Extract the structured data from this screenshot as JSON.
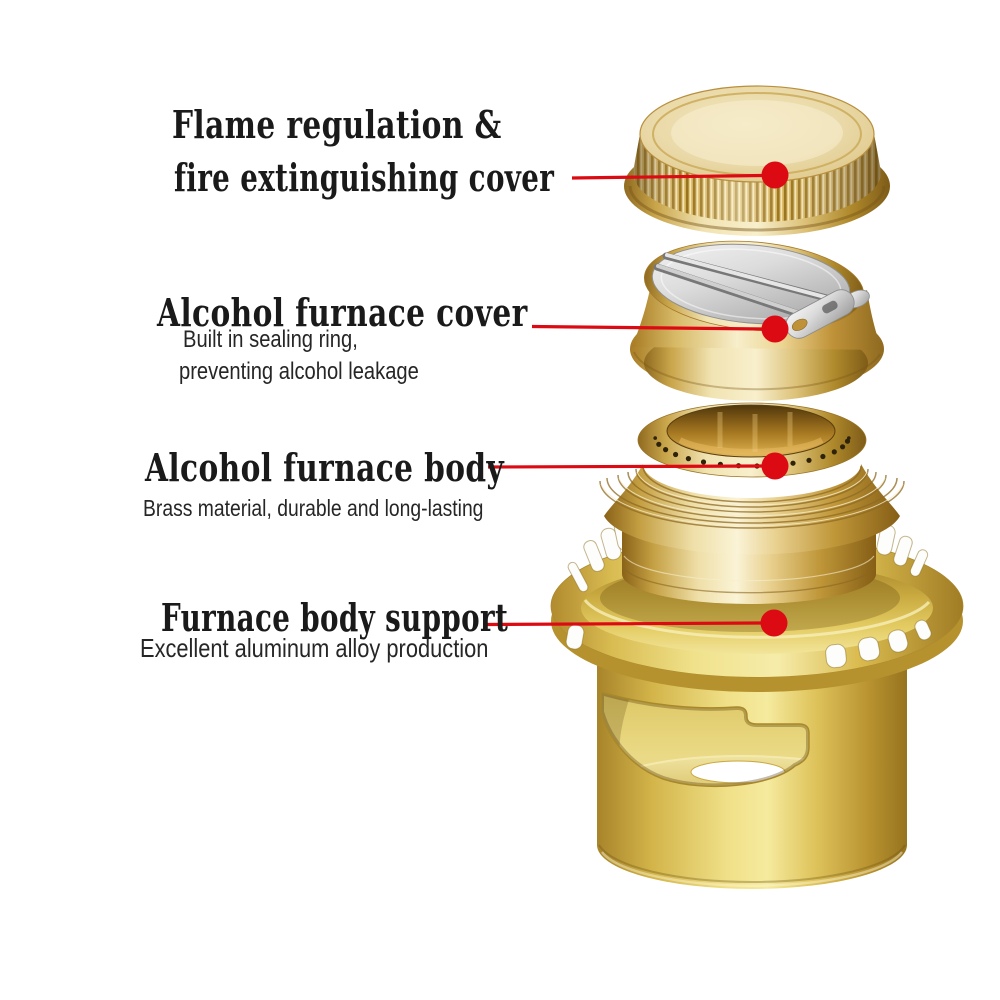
{
  "page": {
    "background": "#ffffff"
  },
  "colors": {
    "accent_red": "#dc0a12",
    "heading_text": "#1a1a1a",
    "subtext": "#262626",
    "brass_gold": "#d9b860",
    "support_gold": "#e6cb55",
    "silver": "#cfcfcf"
  },
  "annotations": {
    "flame_cover": {
      "title_line1": "Flame regulation &",
      "title_line2": "fire extinguishing cover"
    },
    "furnace_cover": {
      "title": "Alcohol furnace cover",
      "subtitle_line1": "Built in sealing ring,",
      "subtitle_line2": "preventing alcohol leakage"
    },
    "furnace_body": {
      "title": "Alcohol furnace body",
      "subtitle": "Brass material, durable and long-lasting"
    },
    "body_support": {
      "title": "Furnace body support",
      "subtitle": "Excellent aluminum alloy production"
    }
  },
  "product": {
    "parts": [
      "flame-regulation-cover",
      "alcohol-furnace-cover",
      "alcohol-furnace-body",
      "furnace-body-support"
    ]
  }
}
